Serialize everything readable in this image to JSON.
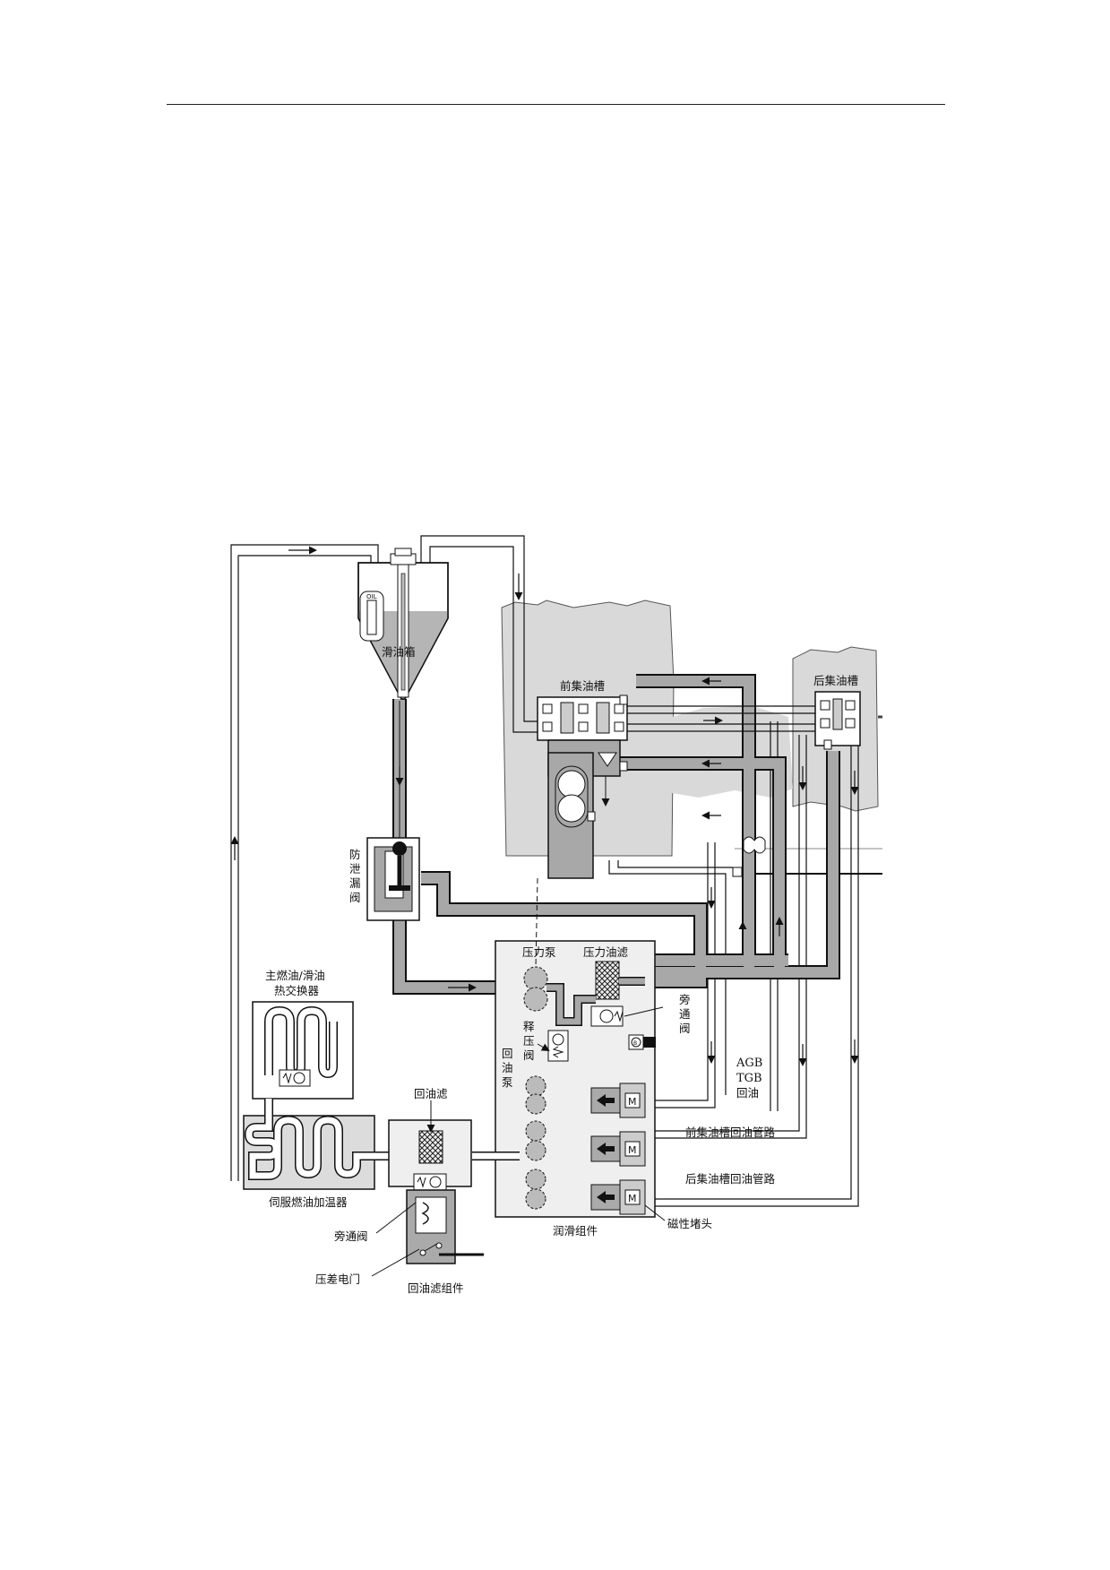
{
  "labels": {
    "oil_tank": "滑油箱",
    "front_sump": "前集油槽",
    "rear_sump": "后集油槽",
    "anti_leak_valve": [
      "防",
      "泄",
      "漏",
      "阀"
    ],
    "pressure_pump": "压力泵",
    "pressure_filter": "压力油滤",
    "bypass_valve_v": [
      "旁",
      "通",
      "阀"
    ],
    "relief_valve": [
      "释",
      "压",
      "阀"
    ],
    "scavenge_pump": [
      "回",
      "油",
      "泵"
    ],
    "heat_exchanger": [
      "主燃油/滑油",
      "热交换器"
    ],
    "servo_fuel_heater": "伺服燃油加温器",
    "scavenge_filter": "回油滤",
    "bypass_valve": "旁通阀",
    "diff_pressure_switch": "压差电门",
    "scavenge_filter_assembly": "回油滤组件",
    "lube_unit": "润滑组件",
    "agb_tgb_return": [
      "AGB",
      "TGB",
      "回油"
    ],
    "front_sump_return_line": "前集油槽回油管路",
    "rear_sump_return_line": "后集油槽回油管路",
    "magnetic_plug": "磁性堵头",
    "magnetic_plug_letter": "M",
    "bypass_indicator_letter": "B",
    "tank_gauge_text": "OIL"
  },
  "colors": {
    "pipe_fill": "#a8a8a8",
    "pipe_stroke": "#1a1a1a",
    "engine_fill": "#d9d9d9",
    "oil_fill": "#b5b5b5",
    "box_fill": "#ececec",
    "dark": "#111111",
    "white": "#ffffff"
  },
  "icons": [
    "gear-pump-icon",
    "filter-icon",
    "check-valve-icon",
    "magnetic-plug-icon",
    "switch-icon",
    "flow-arrow-icon"
  ]
}
